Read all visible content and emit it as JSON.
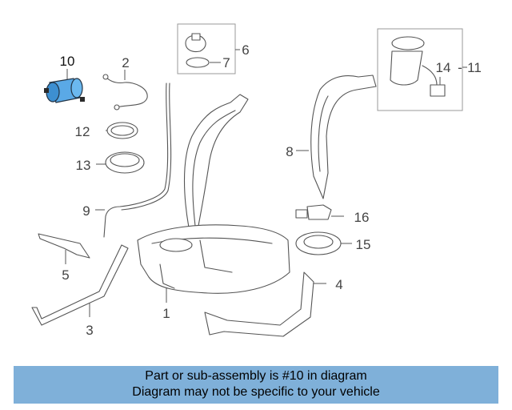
{
  "callouts": {
    "c1": "1",
    "c2": "2",
    "c3": "3",
    "c4": "4",
    "c5": "5",
    "c6": "6",
    "c7": "7",
    "c8": "8",
    "c9": "9",
    "c10": "10",
    "c11": "11",
    "c12": "12",
    "c13": "13",
    "c14": "14",
    "c15": "15",
    "c16": "16"
  },
  "banner": {
    "line1": "Part or sub-assembly is #10 in diagram",
    "line2": "Diagram may not be specific to your vehicle"
  },
  "colors": {
    "highlight_part": "#5aa9e6",
    "banner_bg": "#7fb0d9"
  }
}
